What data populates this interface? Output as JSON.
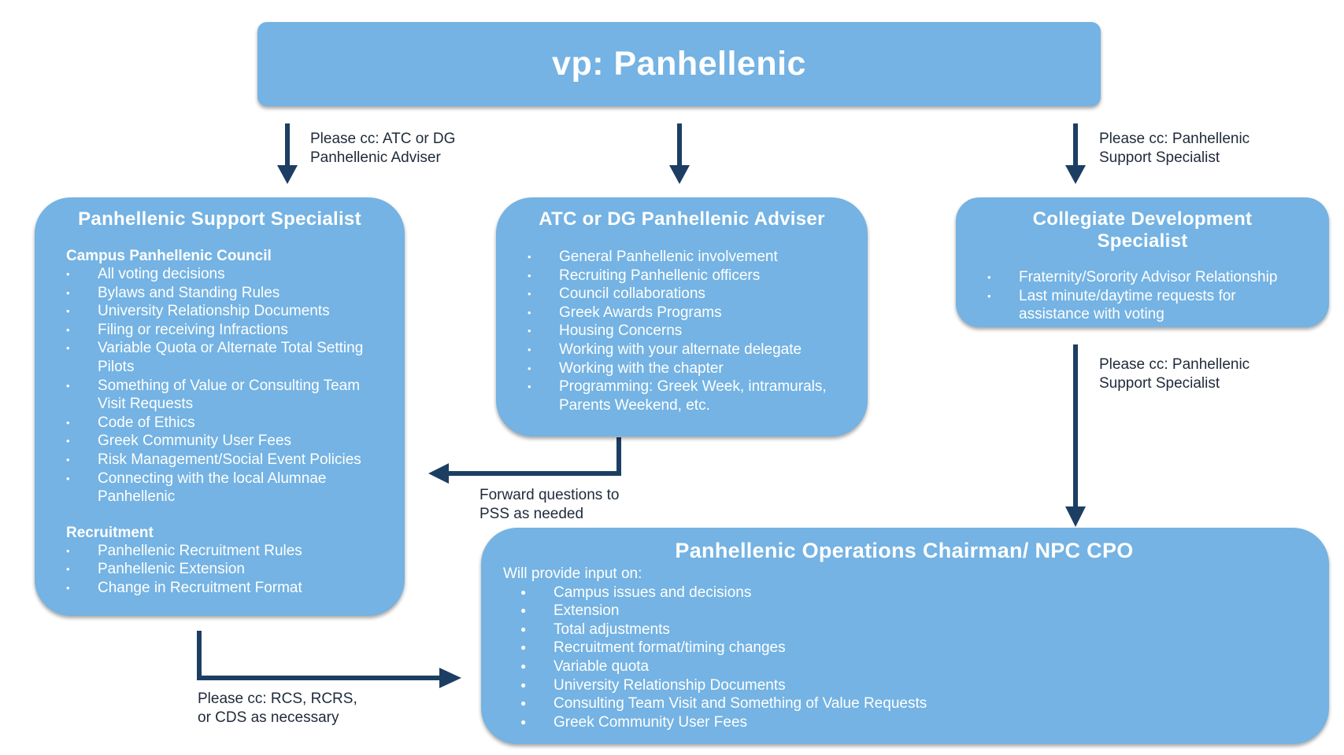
{
  "top_box": {
    "title": "vp: Panhellenic"
  },
  "pss_box": {
    "title": "Panhellenic Support Specialist",
    "sections": [
      {
        "heading": "Campus Panhellenic Council",
        "items": [
          "All voting decisions",
          "Bylaws and Standing Rules",
          "University Relationship Documents",
          "Filing or receiving Infractions",
          "Variable Quota or Alternate Total Setting Pilots",
          "Something of Value or Consulting Team Visit Requests",
          "Code of Ethics",
          "Greek Community User Fees",
          "Risk Management/Social Event Policies",
          "Connecting with the local Alumnae Panhellenic"
        ]
      },
      {
        "heading": "Recruitment",
        "items": [
          "Panhellenic Recruitment Rules",
          "Panhellenic Extension",
          "Change in Recruitment Format"
        ]
      }
    ]
  },
  "atc_box": {
    "title": "ATC or DG Panhellenic Adviser",
    "items": [
      "General Panhellenic involvement",
      "Recruiting Panhellenic officers",
      "Council collaborations",
      "Greek Awards Programs",
      "Housing Concerns",
      "Working with your alternate delegate",
      "Working with the chapter",
      "Programming: Greek Week, intramurals, Parents Weekend, etc."
    ]
  },
  "cds_box": {
    "title": "Collegiate Development Specialist",
    "items": [
      "Fraternity/Sorority Advisor Relationship",
      "Last minute/daytime requests for assistance with voting"
    ]
  },
  "ops_box": {
    "title": "Panhellenic Operations Chairman/ NPC CPO",
    "intro": "Will provide input on:",
    "items": [
      "Campus issues and decisions",
      "Extension",
      "Total adjustments",
      "Recruitment format/timing changes",
      "Variable quota",
      "University Relationship Documents",
      "Consulting Team Visit and Something of Value Requests",
      "Greek Community User Fees"
    ]
  },
  "notes": {
    "left_cc": [
      "Please cc: ATC or DG",
      "Panhellenic Adviser"
    ],
    "right_cc": [
      "Please cc: Panhellenic",
      "Support Specialist"
    ],
    "cds_cc": [
      "Please cc: Panhellenic",
      "Support Specialist"
    ],
    "forward": [
      "Forward questions to",
      "PSS as needed"
    ],
    "bottom_cc": [
      "Please cc: RCS, RCRS,",
      "or CDS as necessary"
    ]
  },
  "colors": {
    "box_fill": "#74b3e3",
    "arrow": "#1d3e63",
    "box_text": "#ffffff"
  }
}
